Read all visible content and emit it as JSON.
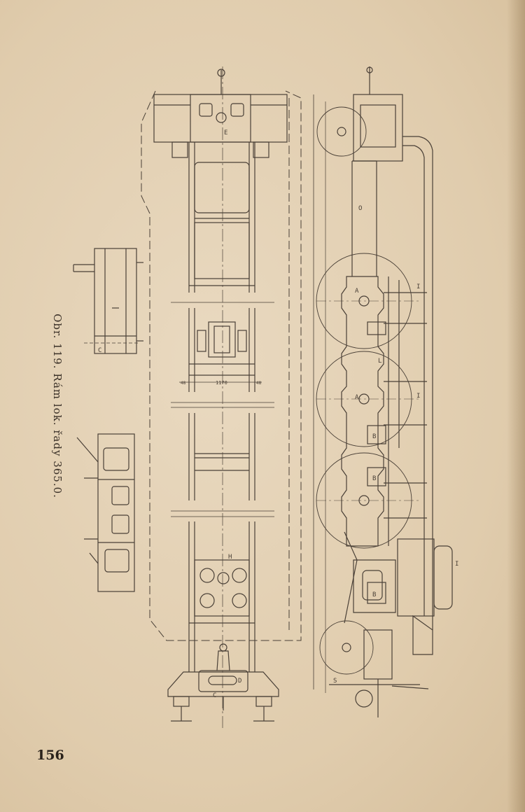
{
  "caption": "Obr. 119. Rám lok. řady 365.0.",
  "page_number": "156",
  "drawing_labels": {
    "plan": {
      "end_top": "E",
      "end_bottom": "D",
      "buffer": "C",
      "cross_member": "H",
      "width": "1170",
      "left_dim": "48",
      "right_dim": "48"
    },
    "side": {
      "frame": "O",
      "axle_1": "A",
      "axle_2": "A",
      "box_1": "B",
      "box_2": "B",
      "box_3": "B",
      "spring_1": "I",
      "spring_2": "I",
      "spring_3": "I",
      "link": "L",
      "front": "S"
    },
    "section": {
      "c_mark": "C"
    }
  },
  "colors": {
    "paper": "#e2cfb3",
    "ink": "#4a4037",
    "text": "#3b3128"
  }
}
